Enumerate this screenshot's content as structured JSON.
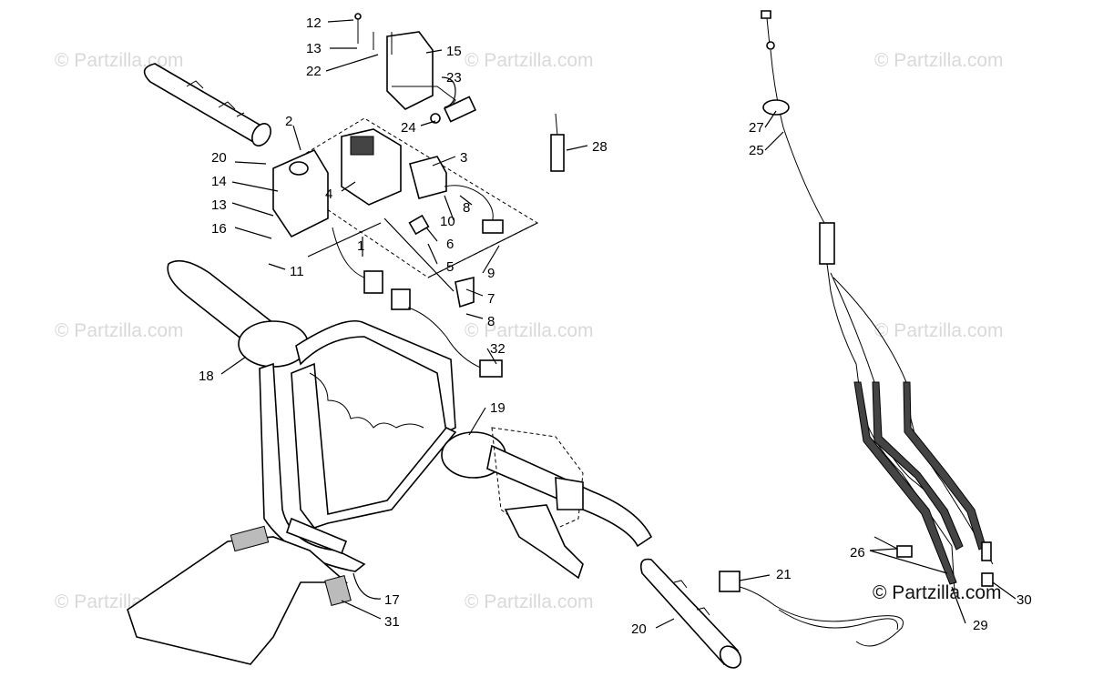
{
  "watermarks": {
    "text": "© Partzilla.com",
    "main_text": "© Partzilla.com"
  },
  "labels": {
    "n1": "1",
    "n2": "2",
    "n3": "3",
    "n4": "4",
    "n5": "5",
    "n6": "6",
    "n7": "7",
    "n8a": "8",
    "n8b": "8",
    "n9": "9",
    "n10": "10",
    "n11": "11",
    "n12": "12",
    "n13a": "13",
    "n13b": "13",
    "n14": "14",
    "n15": "15",
    "n16": "16",
    "n17": "17",
    "n18": "18",
    "n19": "19",
    "n20a": "20",
    "n20b": "20",
    "n21": "21",
    "n22": "22",
    "n23": "23",
    "n24": "24",
    "n25": "25",
    "n26": "26",
    "n27": "27",
    "n28": "28",
    "n29": "29",
    "n30": "30",
    "n31": "31",
    "n32": "32"
  }
}
